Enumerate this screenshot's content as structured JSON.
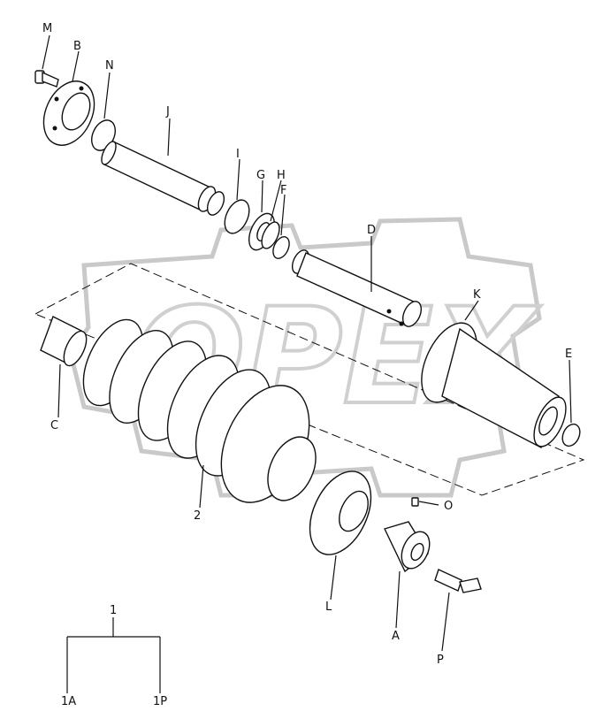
{
  "labels": {
    "M": "M",
    "B": "B",
    "N": "N",
    "J": "J",
    "I": "I",
    "G": "G",
    "H": "H",
    "F": "F",
    "D": "D",
    "K": "K",
    "E": "E",
    "C": "C",
    "2": "2",
    "O": "O",
    "L": "L",
    "A": "A",
    "P": "P",
    "1": "1",
    "1A": "1A",
    "1P": "1P"
  },
  "watermark": "OPEX"
}
